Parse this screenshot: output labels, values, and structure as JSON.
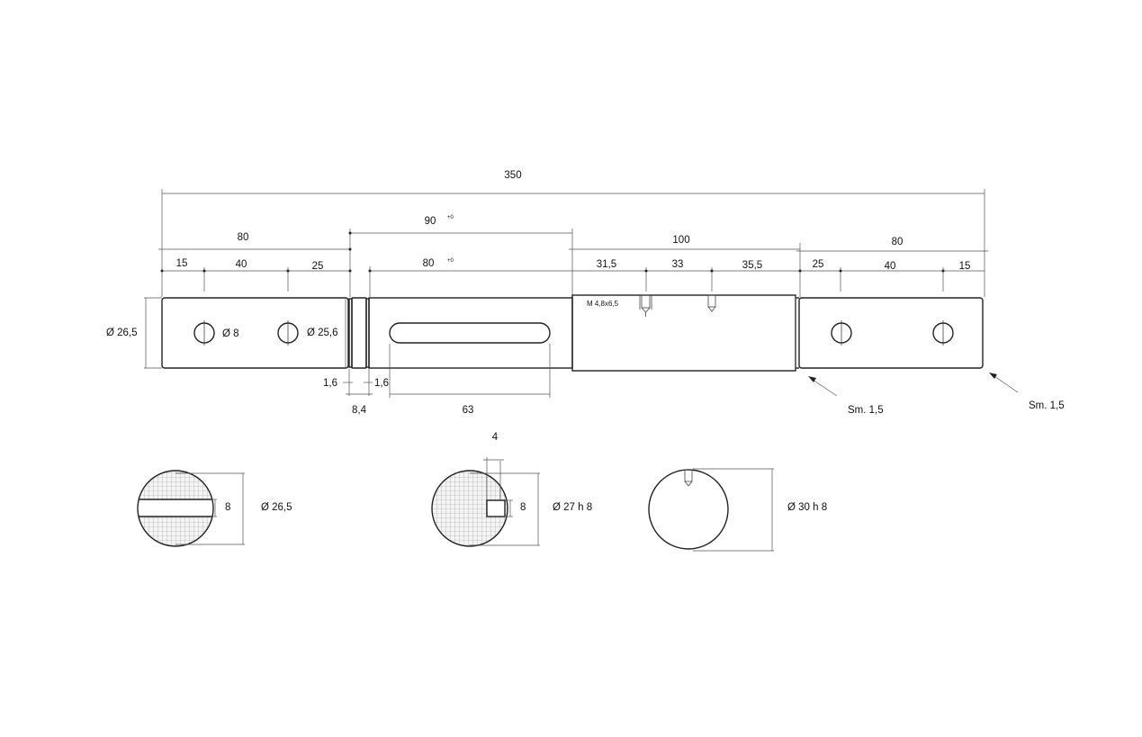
{
  "drawing": {
    "dimensions": {
      "overall": "350",
      "left_section": "80",
      "keyway_section": "90",
      "keyway_tol": "+0",
      "middle_section": "100",
      "right_section": "80",
      "left_a": "15",
      "left_b": "40",
      "left_c": "25",
      "keyway_len": "80",
      "keyway_len_tol": "+0",
      "mid_a": "31,5",
      "mid_b": "33",
      "mid_c": "35,5",
      "right_a": "25",
      "right_b": "40",
      "right_c": "15",
      "groove_w1": "1,6",
      "groove_w2": "1,6",
      "groove_span": "8,4",
      "slot_len": "63",
      "dia_left": "Ø 26,5",
      "dia_hole": "Ø 8",
      "dia_groove": "Ø 25,6",
      "thread": "M 4,8x6,5",
      "chamfer_1": "Sm. 1,5",
      "chamfer_2": "Sm. 1,5"
    },
    "sections": {
      "s1_width": "8",
      "s1_dia": "Ø 26,5",
      "s2_key": "4",
      "s2_width": "8",
      "s2_dia": "Ø 27 h 8",
      "s3_dia": "Ø 30 h 8"
    }
  }
}
